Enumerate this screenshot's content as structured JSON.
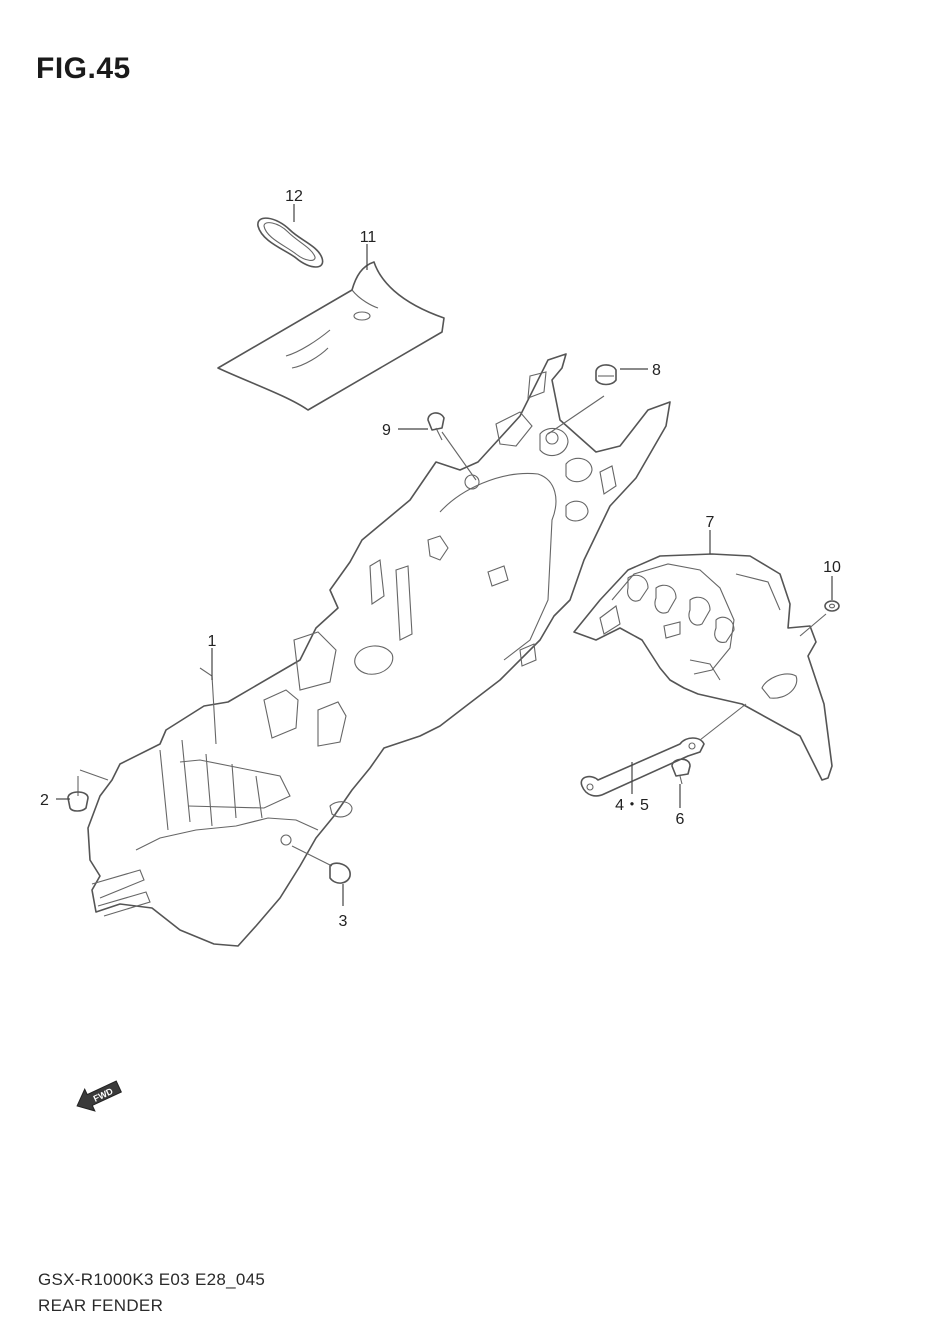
{
  "title": "FIG.45",
  "callouts": {
    "c1": "1",
    "c2": "2",
    "c3": "3",
    "c45": "4・5",
    "c6": "6",
    "c7": "7",
    "c8": "8",
    "c9": "9",
    "c10": "10",
    "c11": "11",
    "c12": "12"
  },
  "fwd_label": "FWD",
  "footer": {
    "code": "GSX-R1000K3 E03 E28_045",
    "name": "REAR FENDER"
  }
}
